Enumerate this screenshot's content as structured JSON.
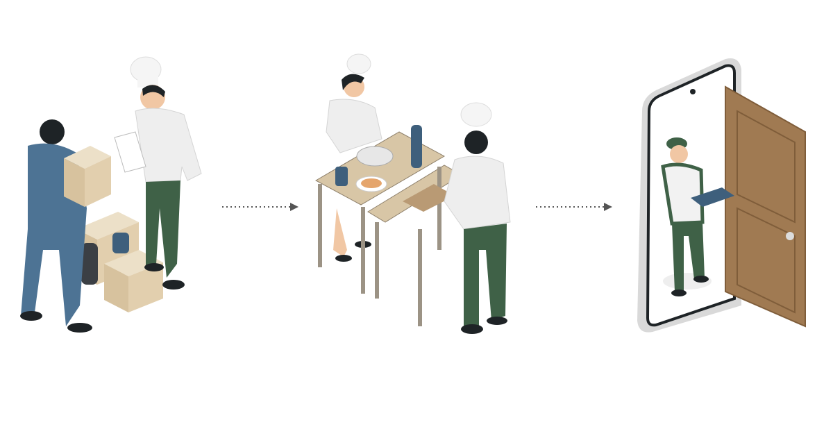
{
  "steps": [
    {
      "id": "receiving-supplies",
      "icon": "delivery-man-and-chef-icon"
    },
    {
      "id": "cooking",
      "icon": "chefs-cooking-icon"
    },
    {
      "id": "home-delivery",
      "icon": "smartphone-door-courier-icon"
    }
  ],
  "connectors": [
    {
      "from": "receiving-supplies",
      "to": "cooking",
      "style": "dotted-arrow"
    },
    {
      "from": "cooking",
      "to": "home-delivery",
      "style": "dotted-arrow"
    }
  ],
  "colors": {
    "background": "#ffffff",
    "worker_blue": "#4d7394",
    "chef_pants_green": "#3f6147",
    "chef_white": "#eeeeee",
    "skin": "#f1c7a4",
    "hair": "#1e2326",
    "cardboard": "#e2cfae",
    "table_top": "#d8c6a6",
    "table_legs": "#9c9385",
    "door_wood": "#a07a52",
    "phone_frame": "#e6e6e6",
    "arrow": "#555555"
  }
}
